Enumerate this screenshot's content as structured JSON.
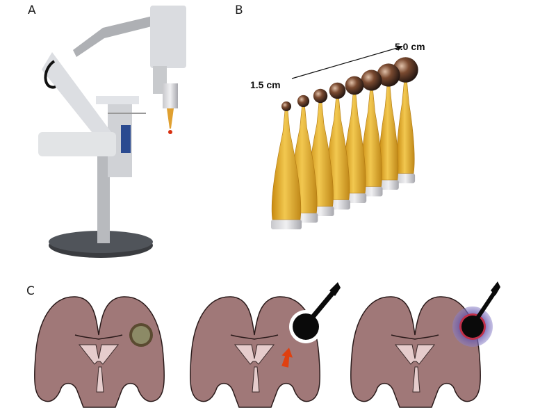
{
  "panels": {
    "a": {
      "label": "A"
    },
    "b": {
      "label": "B",
      "min_size": "1.5 cm",
      "max_size": "5.0 cm",
      "applicator_count": 8
    },
    "c": {
      "label": "C"
    }
  },
  "colors": {
    "brain": "#a07878",
    "ventricle": "#e6cccc",
    "tumor": "#8c8a66",
    "ablation_halo": "#6a5aa8",
    "arrow": "#e04010",
    "bottle": "#e0b030"
  }
}
